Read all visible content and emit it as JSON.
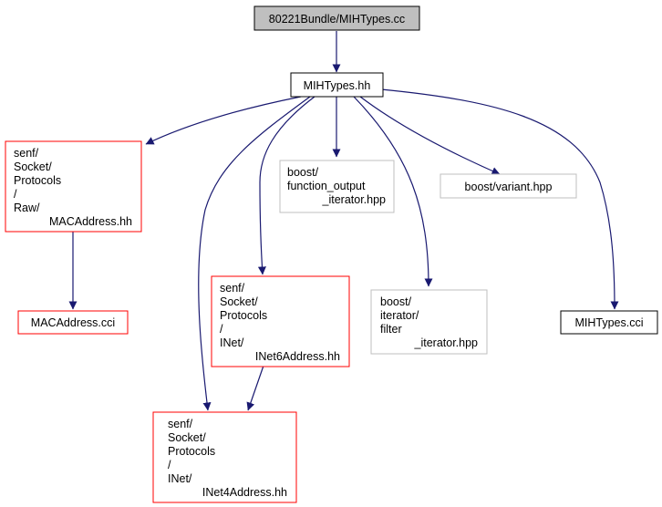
{
  "colors": {
    "edge": "#191970",
    "root_fill": "#bfbfbf",
    "border_black": "#000000",
    "border_red": "#ff0000",
    "border_gray": "#bfbfbf",
    "text": "#000000"
  },
  "nodes": {
    "root": {
      "lines": [
        "80221Bundle/MIHTypes.cc"
      ]
    },
    "mihtypes_hh": {
      "lines": [
        "MIHTypes.hh"
      ]
    },
    "macaddress_hh": {
      "lines": [
        "senf/",
        "Socket/",
        "Protocols",
        "/",
        "Raw/",
        "MACAddress.hh"
      ]
    },
    "function_output_iterator": {
      "lines": [
        "boost/",
        "function_output",
        "_iterator.hpp"
      ]
    },
    "variant_hpp": {
      "lines": [
        "boost/variant.hpp"
      ]
    },
    "macaddress_cci": {
      "lines": [
        "MACAddress.cci"
      ]
    },
    "inet6address_hh": {
      "lines": [
        "senf/",
        "Socket/",
        "Protocols",
        "/",
        "INet/",
        "INet6Address.hh"
      ]
    },
    "filter_iterator": {
      "lines": [
        "boost/",
        "iterator/",
        "filter",
        "_iterator.hpp"
      ]
    },
    "mihtypes_cci": {
      "lines": [
        "MIHTypes.cci"
      ]
    },
    "inet4address_hh": {
      "lines": [
        "senf/",
        "Socket/",
        "Protocols",
        "/",
        "INet/",
        "INet4Address.hh"
      ]
    }
  }
}
